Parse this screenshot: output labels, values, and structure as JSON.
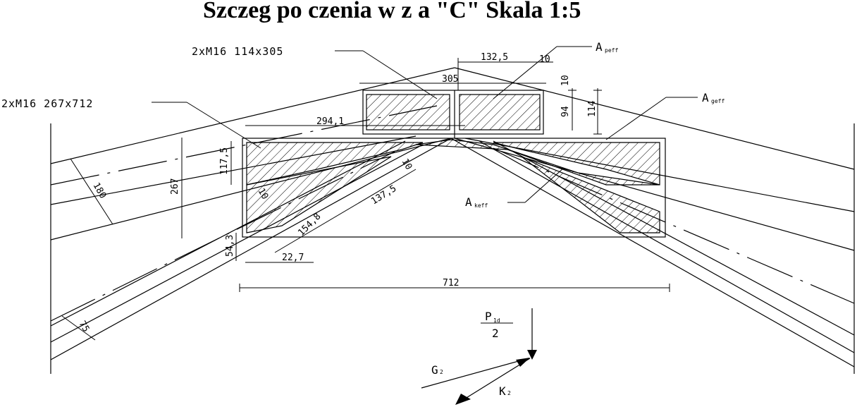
{
  "title": "Szczeg    po   czenia w  z a \"C\" Skala 1:5",
  "labels": {
    "bolt_upper": "2xM16  114x305",
    "bolt_lower": "2xM16  267x712",
    "a_peff": "A",
    "a_peff_sub": "peff",
    "a_geff": "A",
    "a_geff_sub": "geff",
    "a_keff": "A",
    "a_keff_sub": "keff",
    "p_num": "P",
    "p_sub": "1d",
    "p_den": "2",
    "g2": "G",
    "g2_sub": "2",
    "k2": "K",
    "k2_sub": "2"
  },
  "dims": {
    "d132_5": "132,5",
    "d10_top": "10",
    "d305": "305",
    "d10_side": "10",
    "d94": "94",
    "d114": "114",
    "d294_1": "294,1",
    "d117_5": "117,5",
    "d267": "267",
    "d180": "180",
    "d10_mid": "10",
    "d137_5": "137,5",
    "d154_8": "154,8",
    "d10_low": "10",
    "d54_3": "54,3",
    "d22_7": "22,7",
    "d712": "712",
    "d75": "75"
  }
}
